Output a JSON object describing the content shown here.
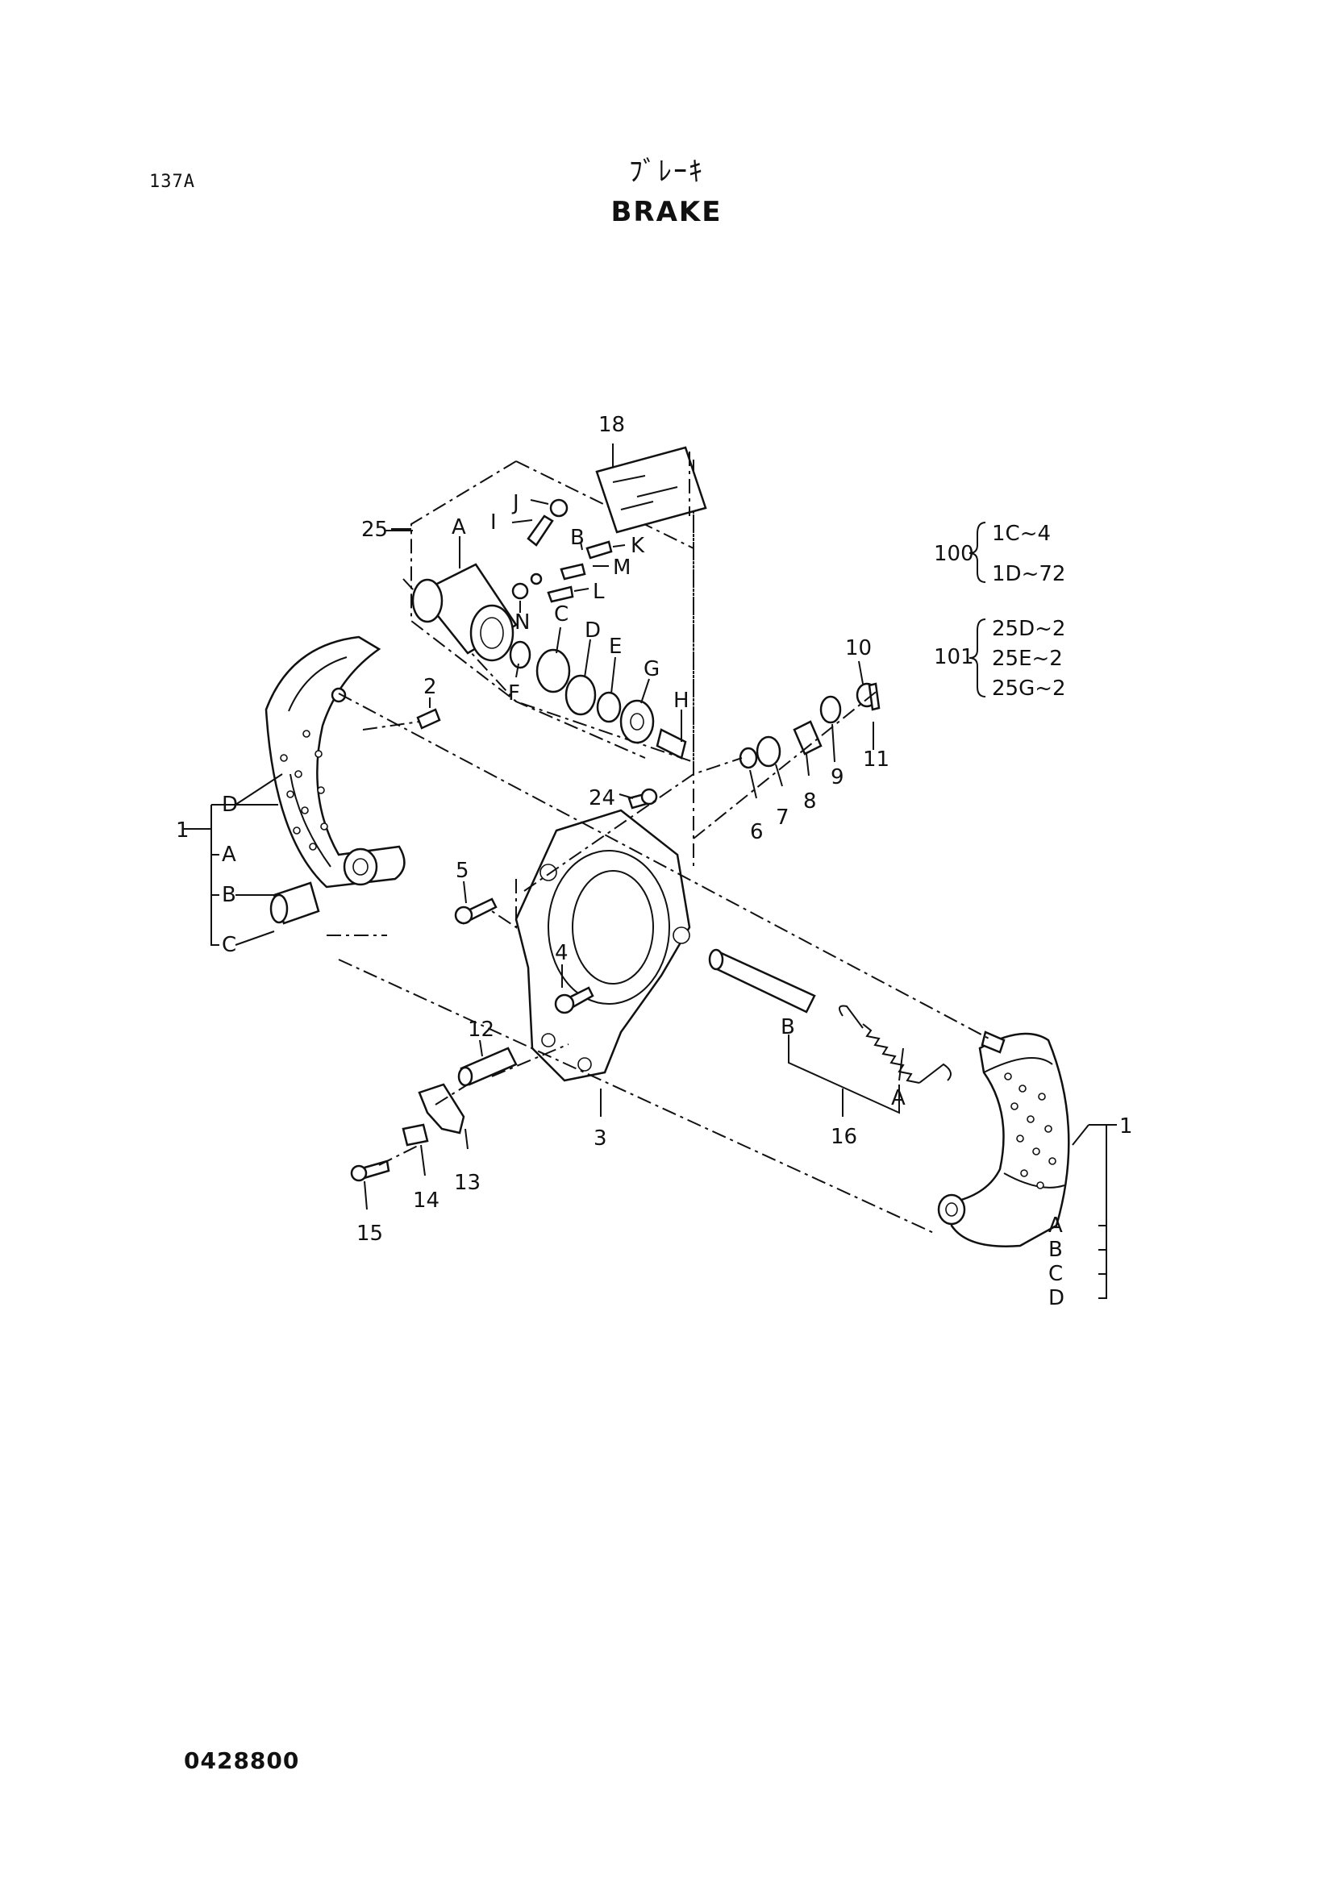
{
  "header": {
    "page_code": "137A",
    "title_jp": "ﾌﾞﾚｰｷ",
    "title_en": "BRAKE"
  },
  "footer": {
    "drawing_number": "0428800"
  },
  "callouts": {
    "p1": "1",
    "p2": "2",
    "p3": "3",
    "p4": "4",
    "p5": "5",
    "p6": "6",
    "p7": "7",
    "p8": "8",
    "p9": "9",
    "p10": "10",
    "p11": "11",
    "p12": "12",
    "p13": "13",
    "p14": "14",
    "p15": "15",
    "p16": "16",
    "p18": "18",
    "p24": "24",
    "p25": "25",
    "a": "A",
    "b": "B",
    "c": "C",
    "d": "D",
    "e": "E",
    "f": "F",
    "g": "G",
    "h": "H",
    "i": "I",
    "j": "J",
    "k": "K",
    "l": "L",
    "m": "M",
    "n": "N"
  },
  "kit_groups": {
    "kit100": {
      "number": "100",
      "items": [
        "1C~4",
        "1D~72"
      ]
    },
    "kit101": {
      "number": "101",
      "items": [
        "25D~2",
        "25E~2",
        "25G~2"
      ]
    }
  }
}
